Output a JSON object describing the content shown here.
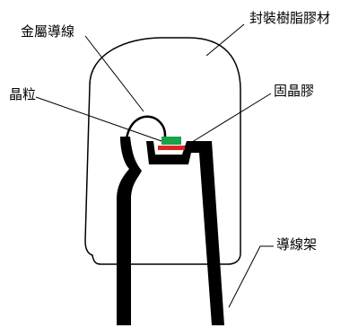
{
  "labels": {
    "resin": "封裝樹脂膠材",
    "wire": "金屬導線",
    "chip": "晶粒",
    "die_attach": "固晶膠",
    "lead_frame": "導線架"
  },
  "colors": {
    "outline": "#000000",
    "chip_green": "#16a34a",
    "die_attach_red": "#dc2626",
    "background": "#ffffff"
  }
}
